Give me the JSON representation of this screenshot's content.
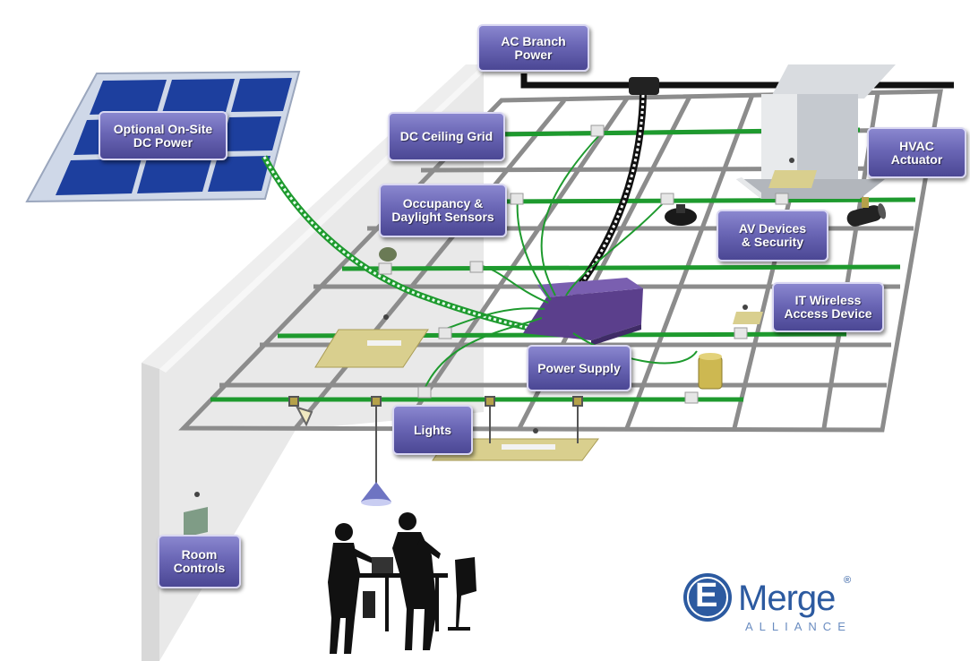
{
  "labels": {
    "ac_branch_power": "AC Branch\nPower",
    "dc_power": "Optional On-Site\nDC Power",
    "dc_ceiling_grid": "DC Ceiling Grid",
    "occupancy_sensors": "Occupancy &\nDaylight Sensors",
    "hvac_actuator": "HVAC\nActuator",
    "av_devices": "AV Devices\n& Security",
    "it_wireless": "IT Wireless\nAccess Device",
    "power_supply": "Power Supply",
    "lights": "Lights",
    "room_controls": "Room\nControls"
  },
  "logo": {
    "word": "Merge",
    "sub": "ALLIANCE",
    "reg": "®"
  },
  "colors": {
    "label_fill": "#6a66b5",
    "grid_gray": "#8c8c8c",
    "grid_green": "#1e9a2e",
    "panel_blue": "#1d3f9e",
    "supply_purple": "#5b3f8c"
  }
}
